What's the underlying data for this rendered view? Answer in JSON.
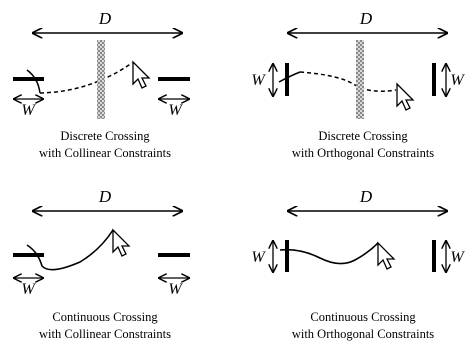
{
  "symbols": {
    "distance": "D",
    "width": "W"
  },
  "panels": [
    {
      "caption_line1": "Discrete Crossing",
      "caption_line2": "with Collinear Constraints"
    },
    {
      "caption_line1": "Discrete Crossing",
      "caption_line2": "with Orthogonal Constraints"
    },
    {
      "caption_line1": "Continuous Crossing",
      "caption_line2": "with Collinear Constraints"
    },
    {
      "caption_line1": "Continuous Crossing",
      "caption_line2": "with Orthogonal Constraints"
    }
  ]
}
